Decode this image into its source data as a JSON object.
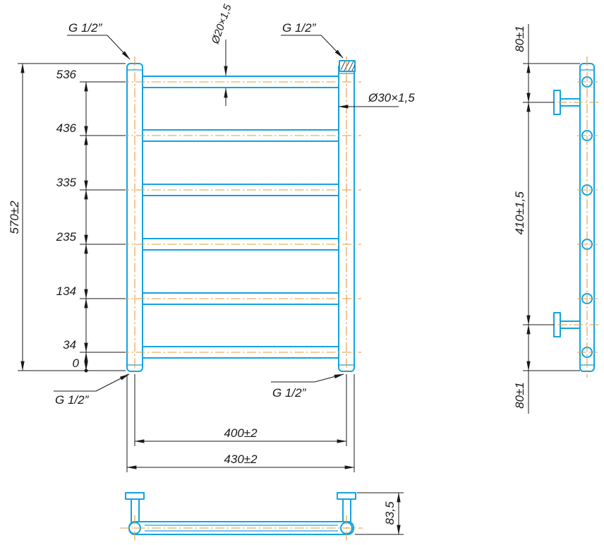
{
  "front_view": {
    "rung_labels": [
      "536",
      "436",
      "335",
      "235",
      "134",
      "34"
    ],
    "zero_label": "0",
    "overall_height": "570±2",
    "thread_label": "G 1/2”",
    "rung_tube_dim": "Ø20×1,5",
    "post_tube_dim": "Ø30×1,5",
    "inner_width": "400±2",
    "outer_width": "430±2"
  },
  "side_view": {
    "top_offset": "80±1",
    "bracket_spacing": "410±1,5",
    "bottom_offset": "80±1"
  },
  "bottom_view": {
    "depth": "83,5"
  },
  "colors": {
    "product": "#14a3df",
    "centerline": "#e39b3d",
    "dimension": "#1a1a1a"
  }
}
